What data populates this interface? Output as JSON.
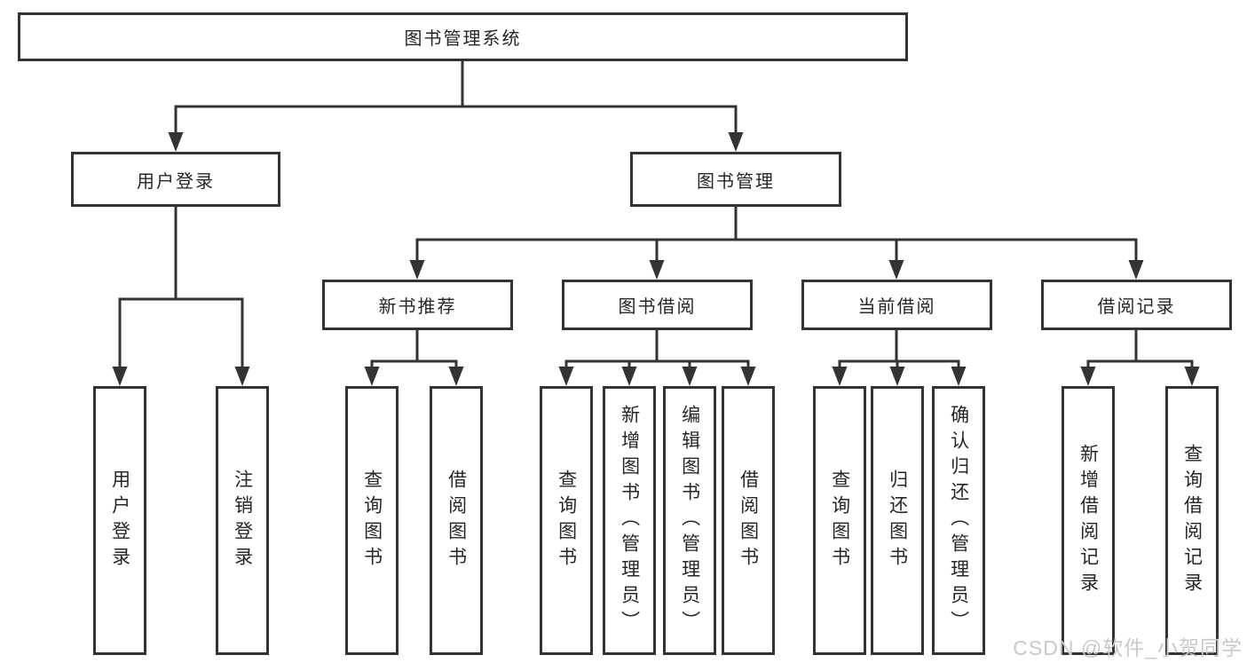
{
  "tree": {
    "label": "图书管理系统",
    "children": [
      {
        "label": "用户登录",
        "children": [
          {
            "label": "用户登录"
          },
          {
            "label": "注销登录"
          }
        ]
      },
      {
        "label": "图书管理",
        "children": [
          {
            "label": "新书推荐",
            "children": [
              {
                "label": "查询图书"
              },
              {
                "label": "借阅图书"
              }
            ]
          },
          {
            "label": "图书借阅",
            "children": [
              {
                "label": "查询图书"
              },
              {
                "label": "新增图书（管理员）"
              },
              {
                "label": "编辑图书（管理员）"
              },
              {
                "label": "借阅图书"
              }
            ]
          },
          {
            "label": "当前借阅",
            "children": [
              {
                "label": "查询图书"
              },
              {
                "label": "归还图书"
              },
              {
                "label": "确认归还（管理员）"
              }
            ]
          },
          {
            "label": "借阅记录",
            "children": [
              {
                "label": "新增借阅记录"
              },
              {
                "label": "查询借阅记录"
              }
            ]
          }
        ]
      }
    ]
  },
  "watermark": {
    "text": "CSDN @软件_小贺同学"
  },
  "colors": {
    "line": "#333333",
    "box_border": "#333333",
    "text": "#262626",
    "background": "#ffffff",
    "watermark": "#c9c9c9"
  }
}
